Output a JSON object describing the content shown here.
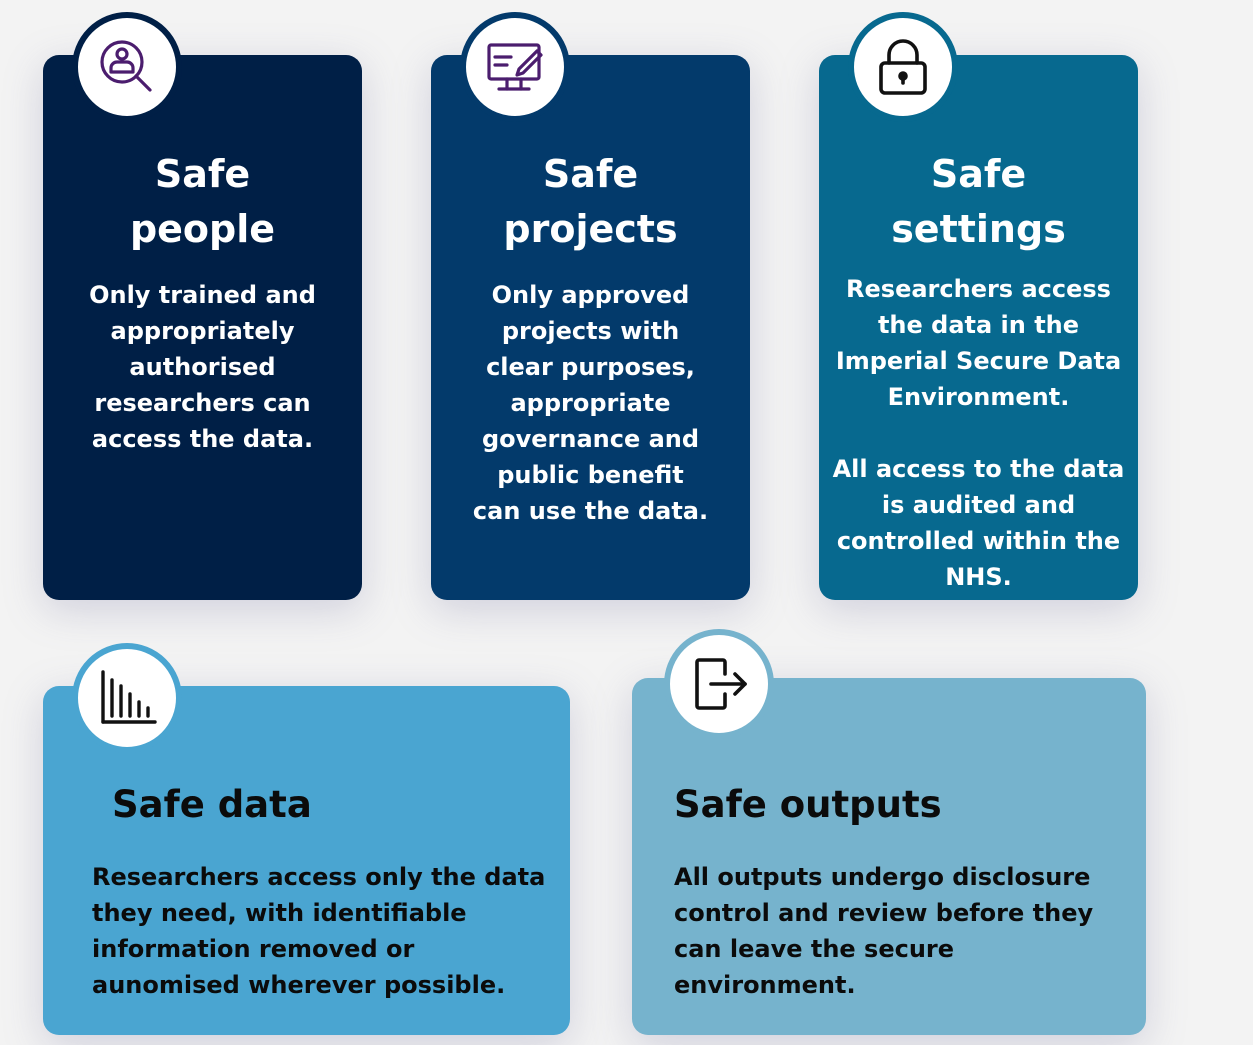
{
  "colors": {
    "people": "#001f46",
    "projects": "#033a6b",
    "settings": "#07698f",
    "data": "#4aa5d1",
    "outputs": "#76b3cd",
    "icon_purple": "#4b1d6e"
  },
  "cards": {
    "people": {
      "title": "Safe\npeople",
      "body": "Only trained and\nappropriately\nauthorised\nresearchers can\naccess the data.",
      "icon": "person-search-icon"
    },
    "projects": {
      "title": "Safe\nprojects",
      "body": "Only approved\nprojects with\nclear purposes,\nappropriate\ngovernance and\npublic benefit\ncan use the data.",
      "icon": "monitor-edit-icon"
    },
    "settings": {
      "title": "Safe\nsettings",
      "body": "Researchers access\nthe data in the\nImperial Secure Data\nEnvironment.\n\nAll access to the data\nis audited and\ncontrolled within the\nNHS.",
      "icon": "padlock-icon"
    },
    "data": {
      "title": "Safe data",
      "body": "Researchers access only the data\nthey need, with identifiable\ninformation removed or\naunomised wherever possible.",
      "icon": "bar-chart-icon"
    },
    "outputs": {
      "title": "Safe outputs",
      "body": "All outputs undergo disclosure\ncontrol and review before they\ncan leave the secure\nenvironment.",
      "icon": "exit-door-icon"
    }
  }
}
